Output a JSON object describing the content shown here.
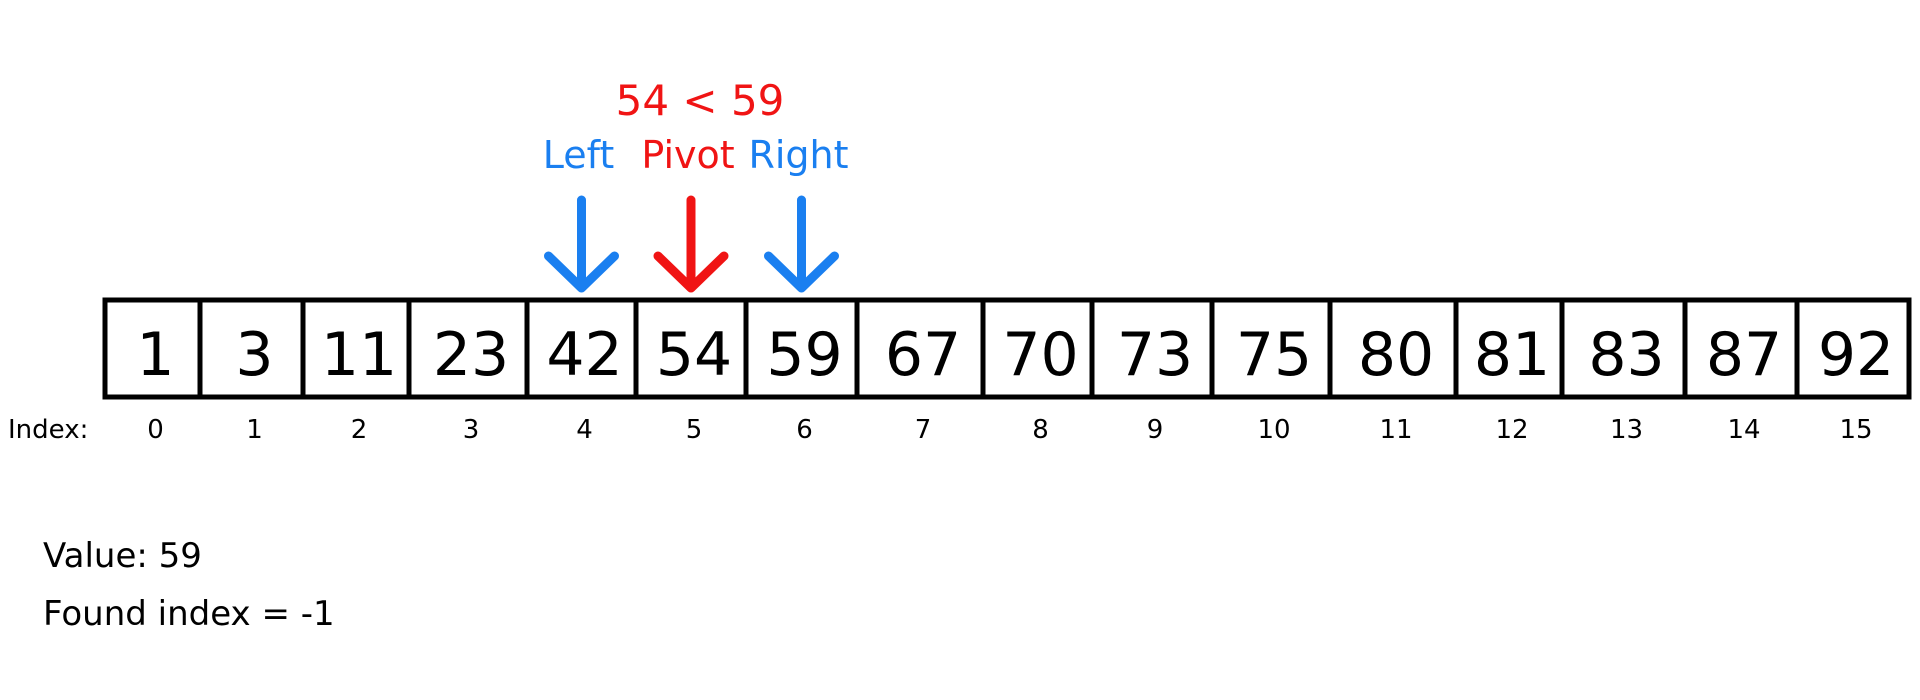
{
  "array": {
    "values": [
      "1",
      "3",
      "11",
      "23",
      "42",
      "54",
      "59",
      "67",
      "70",
      "73",
      "75",
      "80",
      "81",
      "83",
      "87",
      "92"
    ],
    "index_label": "Index:",
    "indices": [
      "0",
      "1",
      "2",
      "3",
      "4",
      "5",
      "6",
      "7",
      "8",
      "9",
      "10",
      "11",
      "12",
      "13",
      "14",
      "15"
    ]
  },
  "pointers": [
    {
      "label": "Left",
      "cell": 4,
      "color": "#1a7ff0"
    },
    {
      "label": "Pivot",
      "cell": 5,
      "color": "#f01414"
    },
    {
      "label": "Right",
      "cell": 6,
      "color": "#1a7ff0"
    }
  ],
  "comparison": {
    "text": "54 < 59",
    "color": "#f01414"
  },
  "info": {
    "value_label": "Value:",
    "value": "59",
    "found_label": "Found index =",
    "found": "-1"
  }
}
